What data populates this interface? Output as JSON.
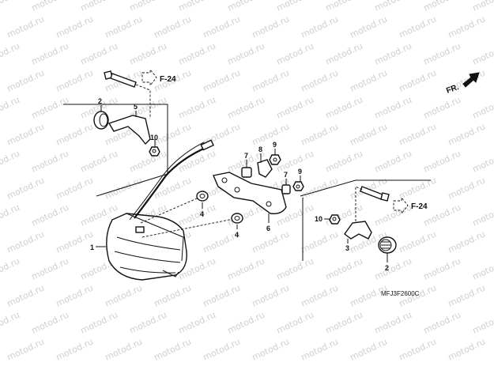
{
  "watermark": "motod.ru",
  "part_numbers": {
    "p1": "1",
    "p2_left": "2",
    "p2_right": "2",
    "p3": "3",
    "p4_top": "4",
    "p4_bottom": "4",
    "p5": "5",
    "p6": "6",
    "p7_top": "7",
    "p7_right": "7",
    "p8": "8",
    "p9_top": "9",
    "p9_right": "9",
    "p10_left": "10",
    "p10_right": "10"
  },
  "references": {
    "left": "F-24",
    "right": "F-24",
    "front": "FR."
  },
  "diagram_code": "MFJ3F2600C"
}
